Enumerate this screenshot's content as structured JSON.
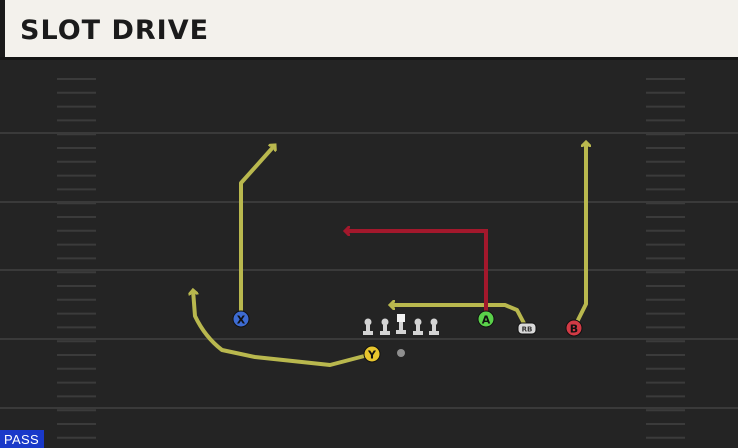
{
  "play": {
    "title": "SLOT DRIVE",
    "type": "PASS"
  },
  "players": [
    {
      "id": "x",
      "label": "X",
      "color": "#3d6bd1"
    },
    {
      "id": "y",
      "label": "Y",
      "color": "#e8c62e"
    },
    {
      "id": "a",
      "label": "A",
      "color": "#5ad14a"
    },
    {
      "id": "b",
      "label": "B",
      "color": "#d23a45"
    },
    {
      "id": "rb",
      "label": "RB",
      "color": "#d9d9d9"
    }
  ],
  "colors": {
    "route_primary": "#b9b84e",
    "route_highlight": "#a3182c",
    "badge": "#1a39c9"
  }
}
